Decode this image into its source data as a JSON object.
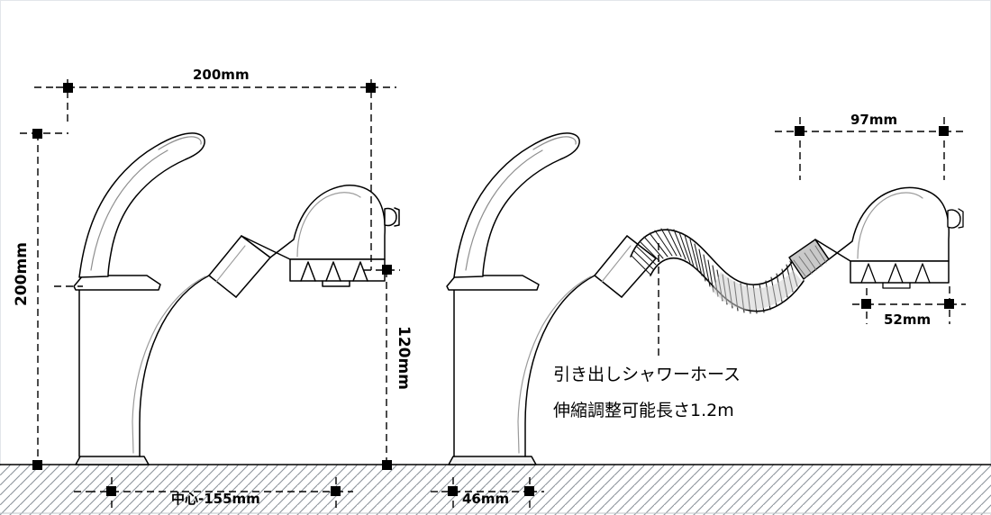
{
  "drawing": {
    "title": "Faucet technical dimension drawing",
    "subject": "pull-out-shower-faucet",
    "line_color": "#000000",
    "background_color": "#ffffff",
    "hatch_color": "#9aa0a6",
    "shade_color": "#d9d9d9"
  },
  "dimensions": {
    "spout_reach": "200mm",
    "height": "200mm",
    "spout_height": "120mm",
    "center_distance": "中心-155mm",
    "base_width": "46mm",
    "head_length": "97mm",
    "head_width": "52mm"
  },
  "annotations": {
    "hose_line1": "引き出しシャワーホース",
    "hose_line2": "伸縮調整可能長さ1.2m"
  },
  "watermark": {
    "text": ""
  }
}
